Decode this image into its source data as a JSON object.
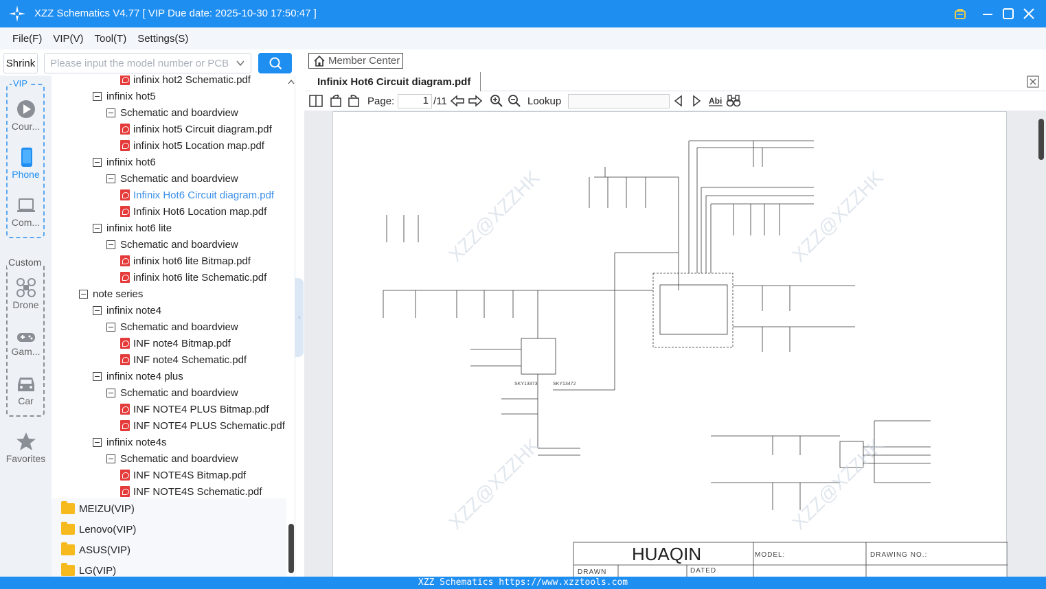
{
  "window": {
    "title": "XZZ Schematics V4.77 [ VIP Due date: 2025-10-30 17:50:47 ]"
  },
  "menu": [
    "File(F)",
    "VIP(V)",
    "Tool(T)",
    "Settings(S)"
  ],
  "search": {
    "shrink_label": "Shrink",
    "placeholder": "Please input the model number or PCB"
  },
  "leftnav": {
    "vip_label": "VIP",
    "custom_label": "Custom",
    "items": [
      {
        "label": "Cour...",
        "icon": "play-circle-icon"
      },
      {
        "label": "Phone",
        "icon": "phone-icon"
      },
      {
        "label": "Com...",
        "icon": "laptop-icon"
      },
      {
        "label": "Drone",
        "icon": "drone-icon"
      },
      {
        "label": "Gam...",
        "icon": "gamepad-icon"
      },
      {
        "label": "Car",
        "icon": "car-icon"
      },
      {
        "label": "Favorites",
        "icon": "star-icon"
      }
    ]
  },
  "tree": {
    "rows": [
      {
        "level": 2,
        "kind": "pdf",
        "label": "infinix hot2 Schematic.pdf"
      },
      {
        "level": 0,
        "kind": "node",
        "label": "infinix hot5"
      },
      {
        "level": 1,
        "kind": "node",
        "label": "Schematic and boardview"
      },
      {
        "level": 2,
        "kind": "pdf",
        "label": "infinix hot5 Circuit diagram.pdf"
      },
      {
        "level": 2,
        "kind": "pdf",
        "label": "infinix hot5 Location map.pdf"
      },
      {
        "level": 0,
        "kind": "node",
        "label": "infinix hot6"
      },
      {
        "level": 1,
        "kind": "node",
        "label": "Schematic and boardview"
      },
      {
        "level": 2,
        "kind": "pdf",
        "label": "Infinix Hot6 Circuit diagram.pdf",
        "selected": true
      },
      {
        "level": 2,
        "kind": "pdf",
        "label": "Infinix Hot6 Location map.pdf"
      },
      {
        "level": 0,
        "kind": "node",
        "label": "infinix hot6 lite"
      },
      {
        "level": 1,
        "kind": "node",
        "label": "Schematic and boardview"
      },
      {
        "level": 2,
        "kind": "pdf",
        "label": "infinix hot6 lite Bitmap.pdf"
      },
      {
        "level": 2,
        "kind": "pdf",
        "label": "infinix hot6 lite Schematic.pdf"
      },
      {
        "level": -1,
        "kind": "node",
        "label": "note series"
      },
      {
        "level": 0,
        "kind": "node",
        "label": "infinix note4"
      },
      {
        "level": 1,
        "kind": "node",
        "label": "Schematic and boardview"
      },
      {
        "level": 2,
        "kind": "pdf",
        "label": "INF note4 Bitmap.pdf"
      },
      {
        "level": 2,
        "kind": "pdf",
        "label": "INF note4 Schematic.pdf"
      },
      {
        "level": 0,
        "kind": "node",
        "label": "infinix note4 plus"
      },
      {
        "level": 1,
        "kind": "node",
        "label": "Schematic and boardview"
      },
      {
        "level": 2,
        "kind": "pdf",
        "label": "INF NOTE4 PLUS Bitmap.pdf"
      },
      {
        "level": 2,
        "kind": "pdf",
        "label": "INF NOTE4 PLUS Schematic.pdf"
      },
      {
        "level": 0,
        "kind": "node",
        "label": "infinix note4s"
      },
      {
        "level": 1,
        "kind": "node",
        "label": "Schematic and boardview"
      },
      {
        "level": 2,
        "kind": "pdf",
        "label": "INF NOTE4S Bitmap.pdf"
      },
      {
        "level": 2,
        "kind": "pdf",
        "label": "INF NOTE4S Schematic.pdf"
      }
    ],
    "folders": [
      "MEIZU(VIP)",
      "Lenovo(VIP)",
      "ASUS(VIP)",
      "LG(VIP)"
    ]
  },
  "viewer": {
    "member_center_label": "Member Center",
    "tab_title": "Infinix Hot6 Circuit diagram.pdf",
    "page_label": "Page:",
    "page_current": "1",
    "page_total": "/11",
    "lookup_label": "Lookup",
    "schematic": {
      "company": "HUAQIN",
      "model_label": "MODEL:",
      "drawing_no_label": "DRAWING NO.:",
      "drawn_label": "DRAWN",
      "dated_label": "DATED",
      "watermark": "XZZ@XZZHK",
      "chip_labels": [
        "SKY13373",
        "SKY13472"
      ]
    }
  },
  "status": {
    "text": "XZZ Schematics https://www.xzztools.com"
  },
  "colors": {
    "accent": "#1f8ef1",
    "selected_text": "#3b8fe8",
    "pdf_red": "#e43a3a",
    "folder_yellow": "#f6b91e"
  }
}
